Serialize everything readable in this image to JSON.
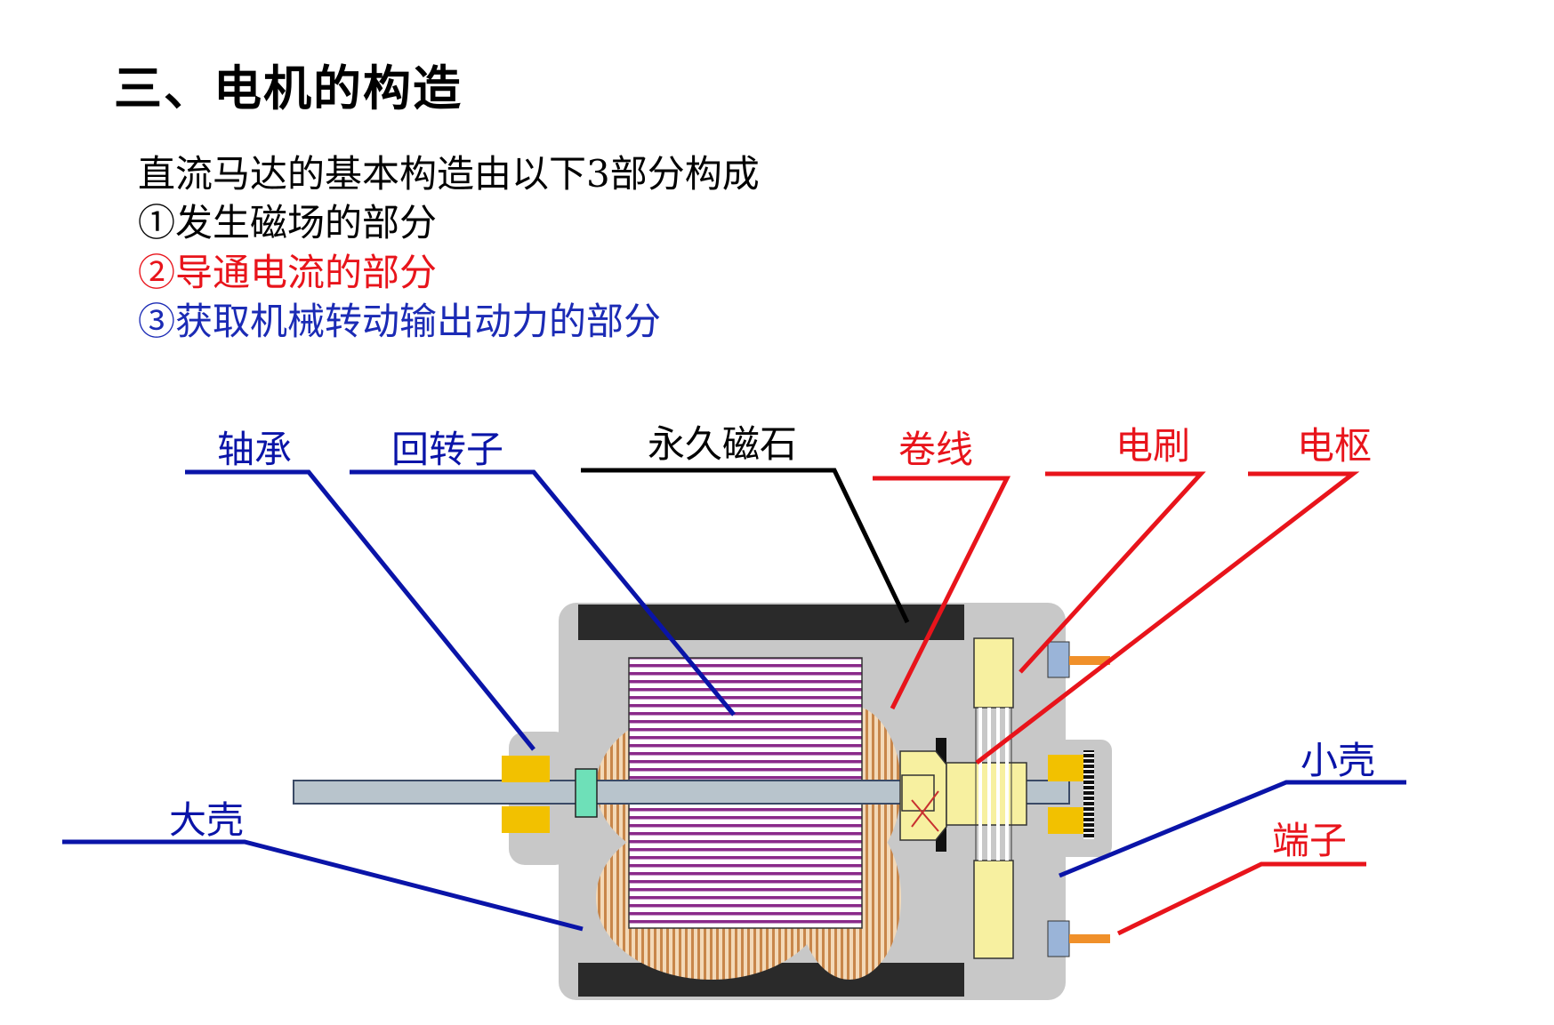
{
  "title": "三、电机的构造",
  "intro_lines": [
    "直流马达的基本构造由以下3部分构成",
    "①发生磁场的部分",
    "②导通电流的部分",
    "③获取机械转动输出动力的部分"
  ],
  "labels": {
    "bearing": "轴承",
    "rotor": "回转子",
    "magnet": "永久磁石",
    "winding": "卷线",
    "brush": "电刷",
    "armature": "电枢",
    "small_shell": "小壳",
    "terminal": "端子",
    "big_shell": "大壳"
  },
  "colors": {
    "blue": "#0a14a8",
    "red": "#e8141b",
    "black": "#000000",
    "housing": "#c8c8c8",
    "coil_stripe": "#8a2a8a",
    "winding": "#c8864a",
    "bearing": "#f2c100",
    "terminal": "#f0902a"
  }
}
